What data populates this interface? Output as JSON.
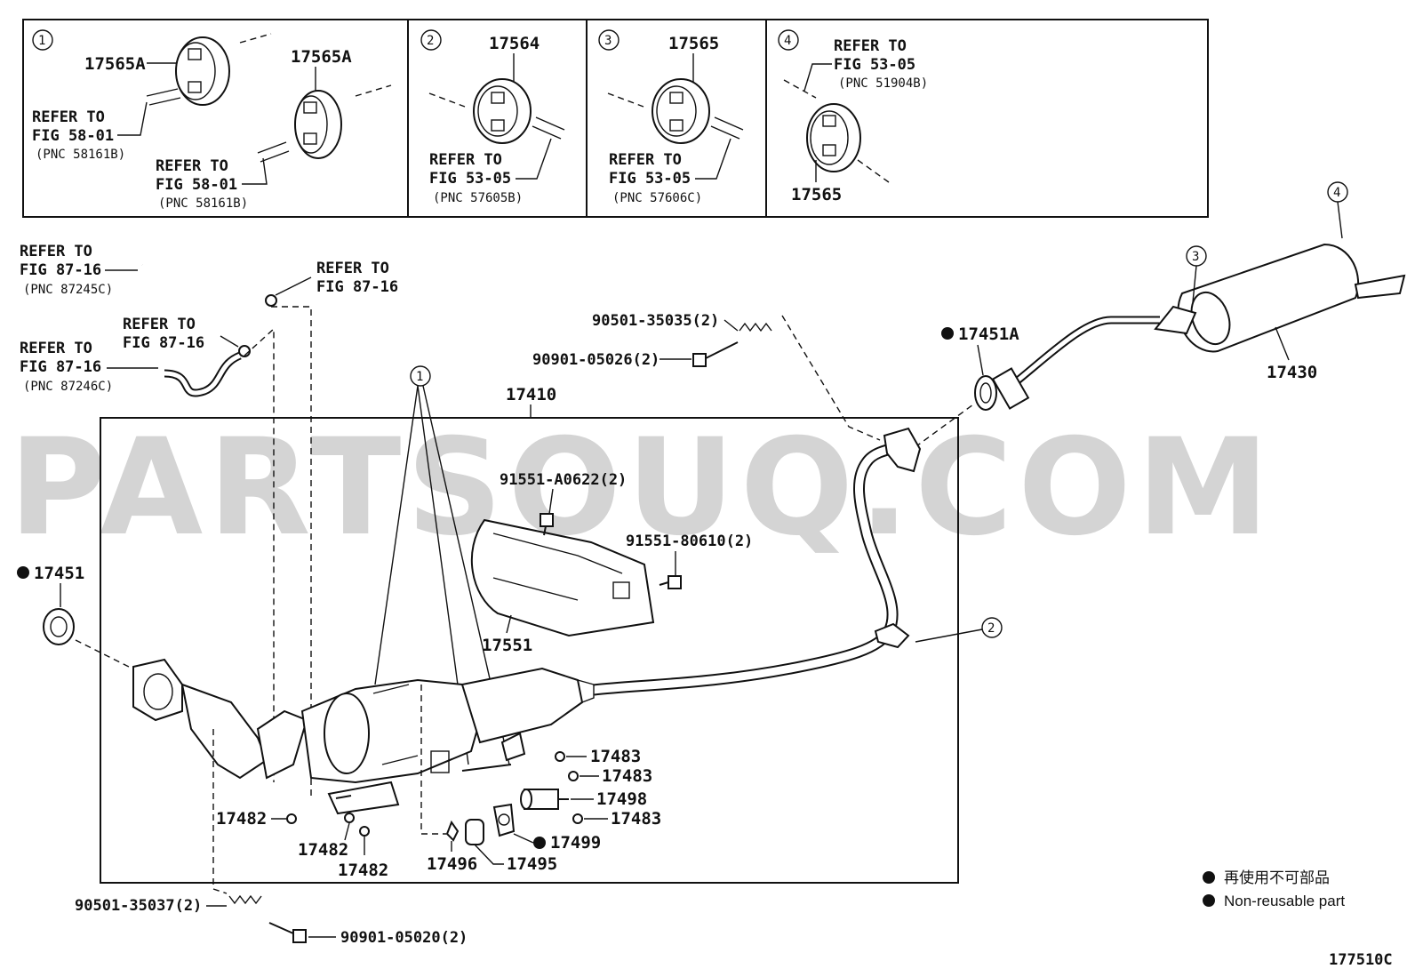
{
  "watermark": "PARTSOUQ.COM",
  "figure_code": "177510C",
  "callouts": {
    "c1": "1",
    "c2": "2",
    "c3": "3",
    "c4": "4"
  },
  "insets": {
    "inset1": {
      "number": "1",
      "part_a": "17565A",
      "part_b": "17565A",
      "refer_a": [
        "REFER TO",
        "FIG 58-01"
      ],
      "pnc_a": "(PNC 58161B)",
      "refer_b": [
        "REFER TO",
        "FIG 58-01"
      ],
      "pnc_b": "(PNC 58161B)"
    },
    "inset2": {
      "number": "2",
      "part": "17564",
      "refer": [
        "REFER TO",
        "FIG 53-05"
      ],
      "pnc": "(PNC 57605B)"
    },
    "inset3": {
      "number": "3",
      "part": "17565",
      "refer": [
        "REFER TO",
        "FIG 53-05"
      ],
      "pnc": "(PNC 57606C)"
    },
    "inset4": {
      "number": "4",
      "part": "17565",
      "refer": [
        "REFER TO",
        "FIG 53-05"
      ],
      "pnc": "(PNC 51904B)"
    }
  },
  "refs": {
    "r1": [
      "REFER TO",
      "FIG 87-16"
    ],
    "r1_pnc": "(PNC 87245C)",
    "r2": [
      "REFER TO",
      "FIG 87-16"
    ],
    "r3": [
      "REFER TO",
      "FIG 87-16"
    ],
    "r4": [
      "REFER TO",
      "FIG 87-16"
    ],
    "r4_pnc": "(PNC 87246C)"
  },
  "parts": {
    "p17410": "17410",
    "p17430": "17430",
    "p17451A": "17451A",
    "p17451": "17451",
    "p17551": "17551",
    "p90501_35035": "90501-35035(2)",
    "p90901_05026": "90901-05026(2)",
    "p91551_A0622": "91551-A0622(2)",
    "p91551_80610": "91551-80610(2)",
    "p17483a": "17483",
    "p17483b": "17483",
    "p17498": "17498",
    "p17483c": "17483",
    "p17499": "17499",
    "p17482a": "17482",
    "p17482b": "17482",
    "p17482c": "17482",
    "p17496": "17496",
    "p17495": "17495",
    "p90501_35037": "90501-35037(2)",
    "p90901_05020": "90901-05020(2)"
  },
  "legend": {
    "jp": "再使用不可部品",
    "en": "Non-reusable part"
  }
}
